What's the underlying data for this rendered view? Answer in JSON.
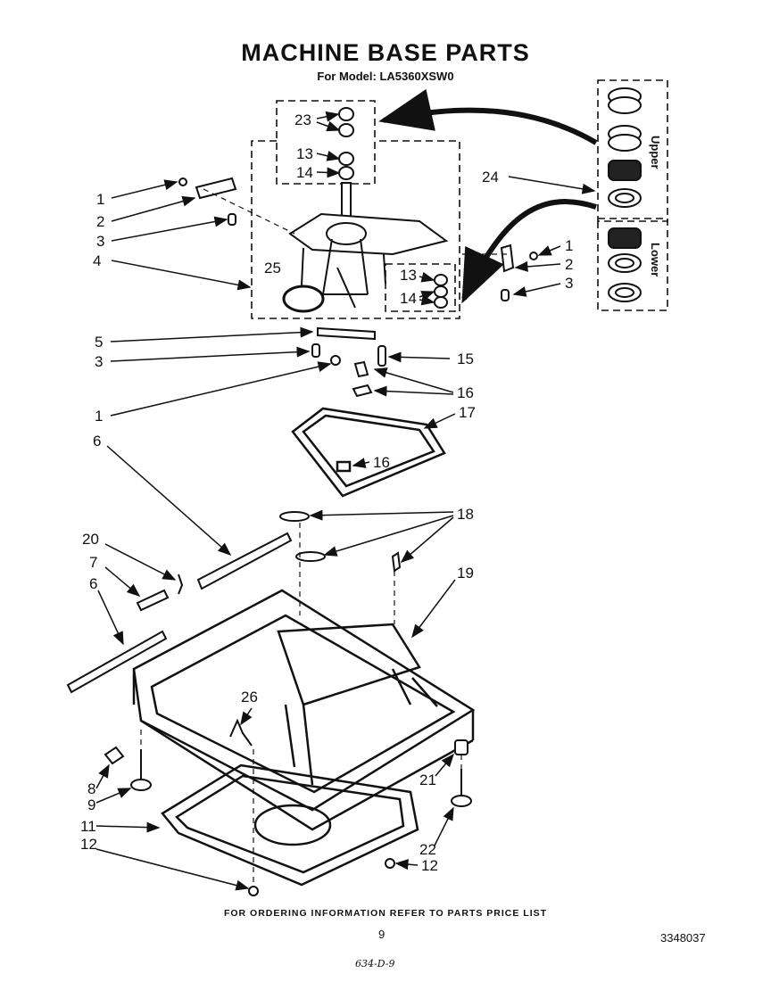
{
  "title": "MACHINE BASE PARTS",
  "subtitle": "For Model: LA5360XSW0",
  "footer": "FOR ORDERING INFORMATION REFER TO PARTS PRICE LIST",
  "page_number": "9",
  "document_number": "3348037",
  "handwritten_note": "634-D-9",
  "bearing_groups": {
    "upper": "Upper",
    "lower": "Lower"
  },
  "callouts": {
    "c1a": "1",
    "c2a": "2",
    "c3a": "3",
    "c4": "4",
    "c23": "23",
    "c13a": "13",
    "c14a": "14",
    "c24": "24",
    "c25": "25",
    "c1b": "1",
    "c2b": "2",
    "c3b": "3",
    "c13b": "13",
    "c14b": "14",
    "c5": "5",
    "c3c": "3",
    "c15": "15",
    "c16a": "16",
    "c1c": "1",
    "c6a": "6",
    "c17": "17",
    "c16b": "16",
    "c18": "18",
    "c20": "20",
    "c7": "7",
    "c6b": "6",
    "c19": "19",
    "c26": "26",
    "c8": "8",
    "c9": "9",
    "c21": "21",
    "c11": "11",
    "c12a": "12",
    "c22": "22",
    "c12b": "12"
  }
}
